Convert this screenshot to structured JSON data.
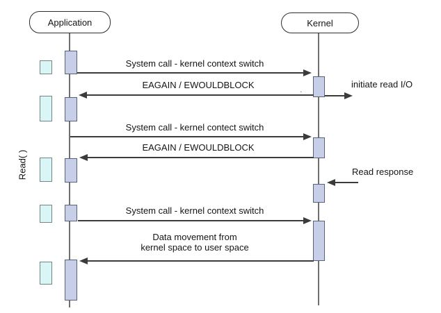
{
  "diagram": {
    "type": "sequence",
    "actors": [
      {
        "id": "application",
        "label": "Application"
      },
      {
        "id": "kernel",
        "label": "Kernel"
      }
    ],
    "left_label": "Read( )",
    "messages": [
      {
        "from": "application",
        "to": "kernel",
        "label": "System call - kernel context switch"
      },
      {
        "from": "kernel",
        "to": "application",
        "label": "EAGAIN / EWOULDBLOCK"
      },
      {
        "from": "kernel",
        "to": "outside-right",
        "label": "initiate read I/O"
      },
      {
        "from": "application",
        "to": "kernel",
        "label": "System call - kernel contect switch"
      },
      {
        "from": "kernel",
        "to": "application",
        "label": "EAGAIN / EWOULDBLOCK"
      },
      {
        "from": "outside-right",
        "to": "kernel",
        "label": "Read response"
      },
      {
        "from": "application",
        "to": "kernel",
        "label": "System call - kernel context switch"
      },
      {
        "from": "kernel",
        "to": "application",
        "label": "Data movement from\nkernel space to user space"
      }
    ],
    "stray_mark": ".",
    "counts": {
      "application_activations": 5,
      "kernel_activations": 4,
      "wait_blocks": 5
    },
    "colors": {
      "activation_fill": "#c6cfe7",
      "activation_border": "#58607a",
      "wait_block_fill": "#daf5f5",
      "wait_block_border": "#6f8787",
      "arrow_line": "#3b3b3b",
      "lifeline": "#6f6f6f",
      "actor_border": "#2c2c2c",
      "background": "#ffffff"
    }
  }
}
